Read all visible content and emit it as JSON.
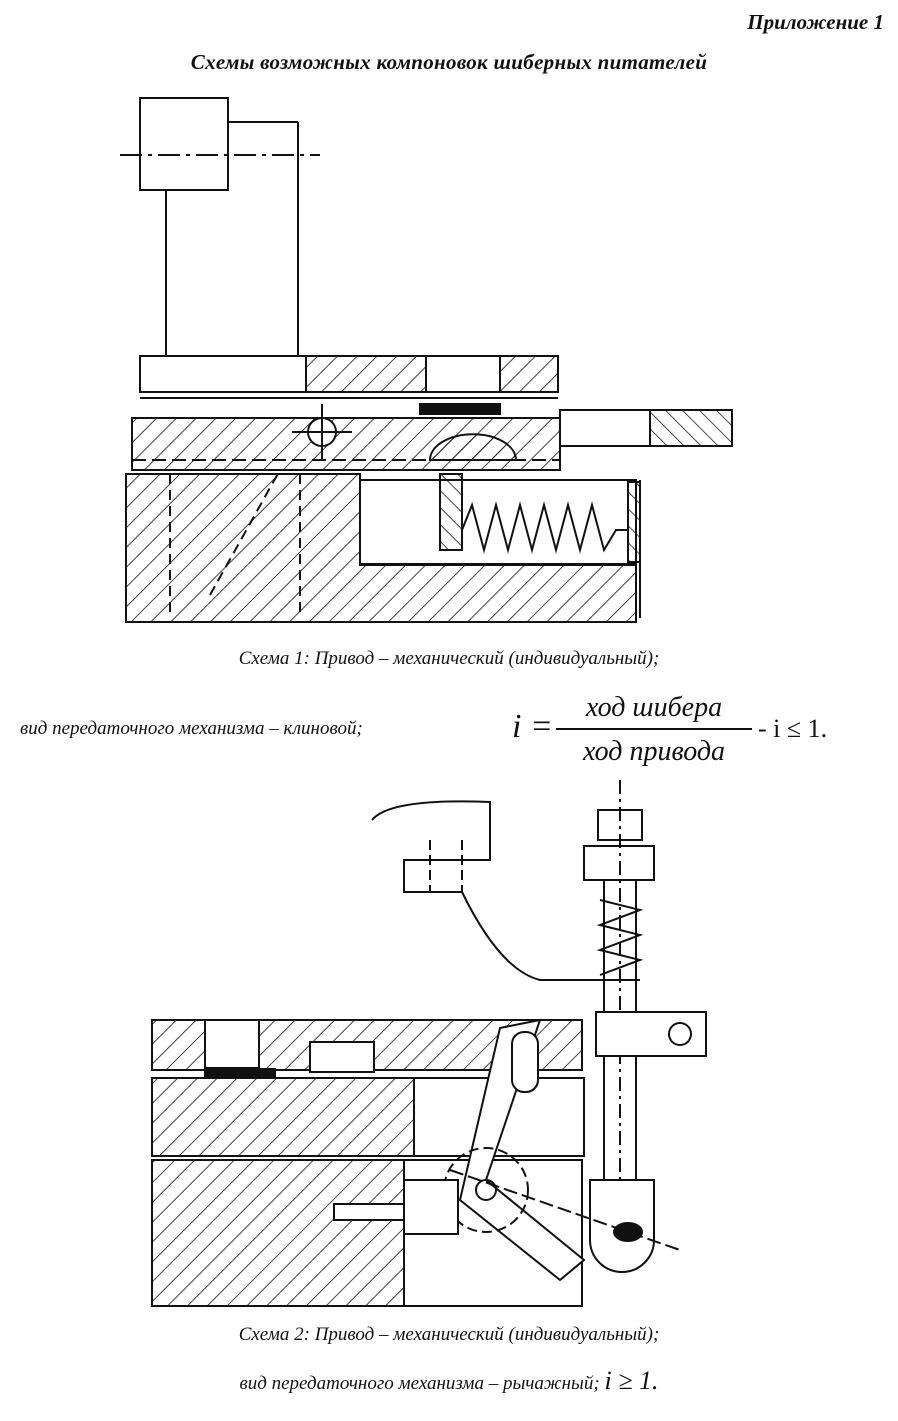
{
  "header": {
    "appendix": "Приложение 1",
    "title": "Схемы возможных компоновок шиберных  питателей"
  },
  "scheme1": {
    "caption": "Схема 1: Привод – механический (индивидуальный);",
    "formula_prefix": "вид передаточного механизма – клиновой;",
    "i_symbol": "i =",
    "numerator": "ход шибера",
    "denominator": "ход привода",
    "condition": "- i ≤ 1."
  },
  "scheme2": {
    "caption": "Схема 2: Привод – механический (индивидуальный);",
    "caption_line2": "вид передаточного механизма – рычажный;",
    "condition": "i ≥ 1."
  }
}
